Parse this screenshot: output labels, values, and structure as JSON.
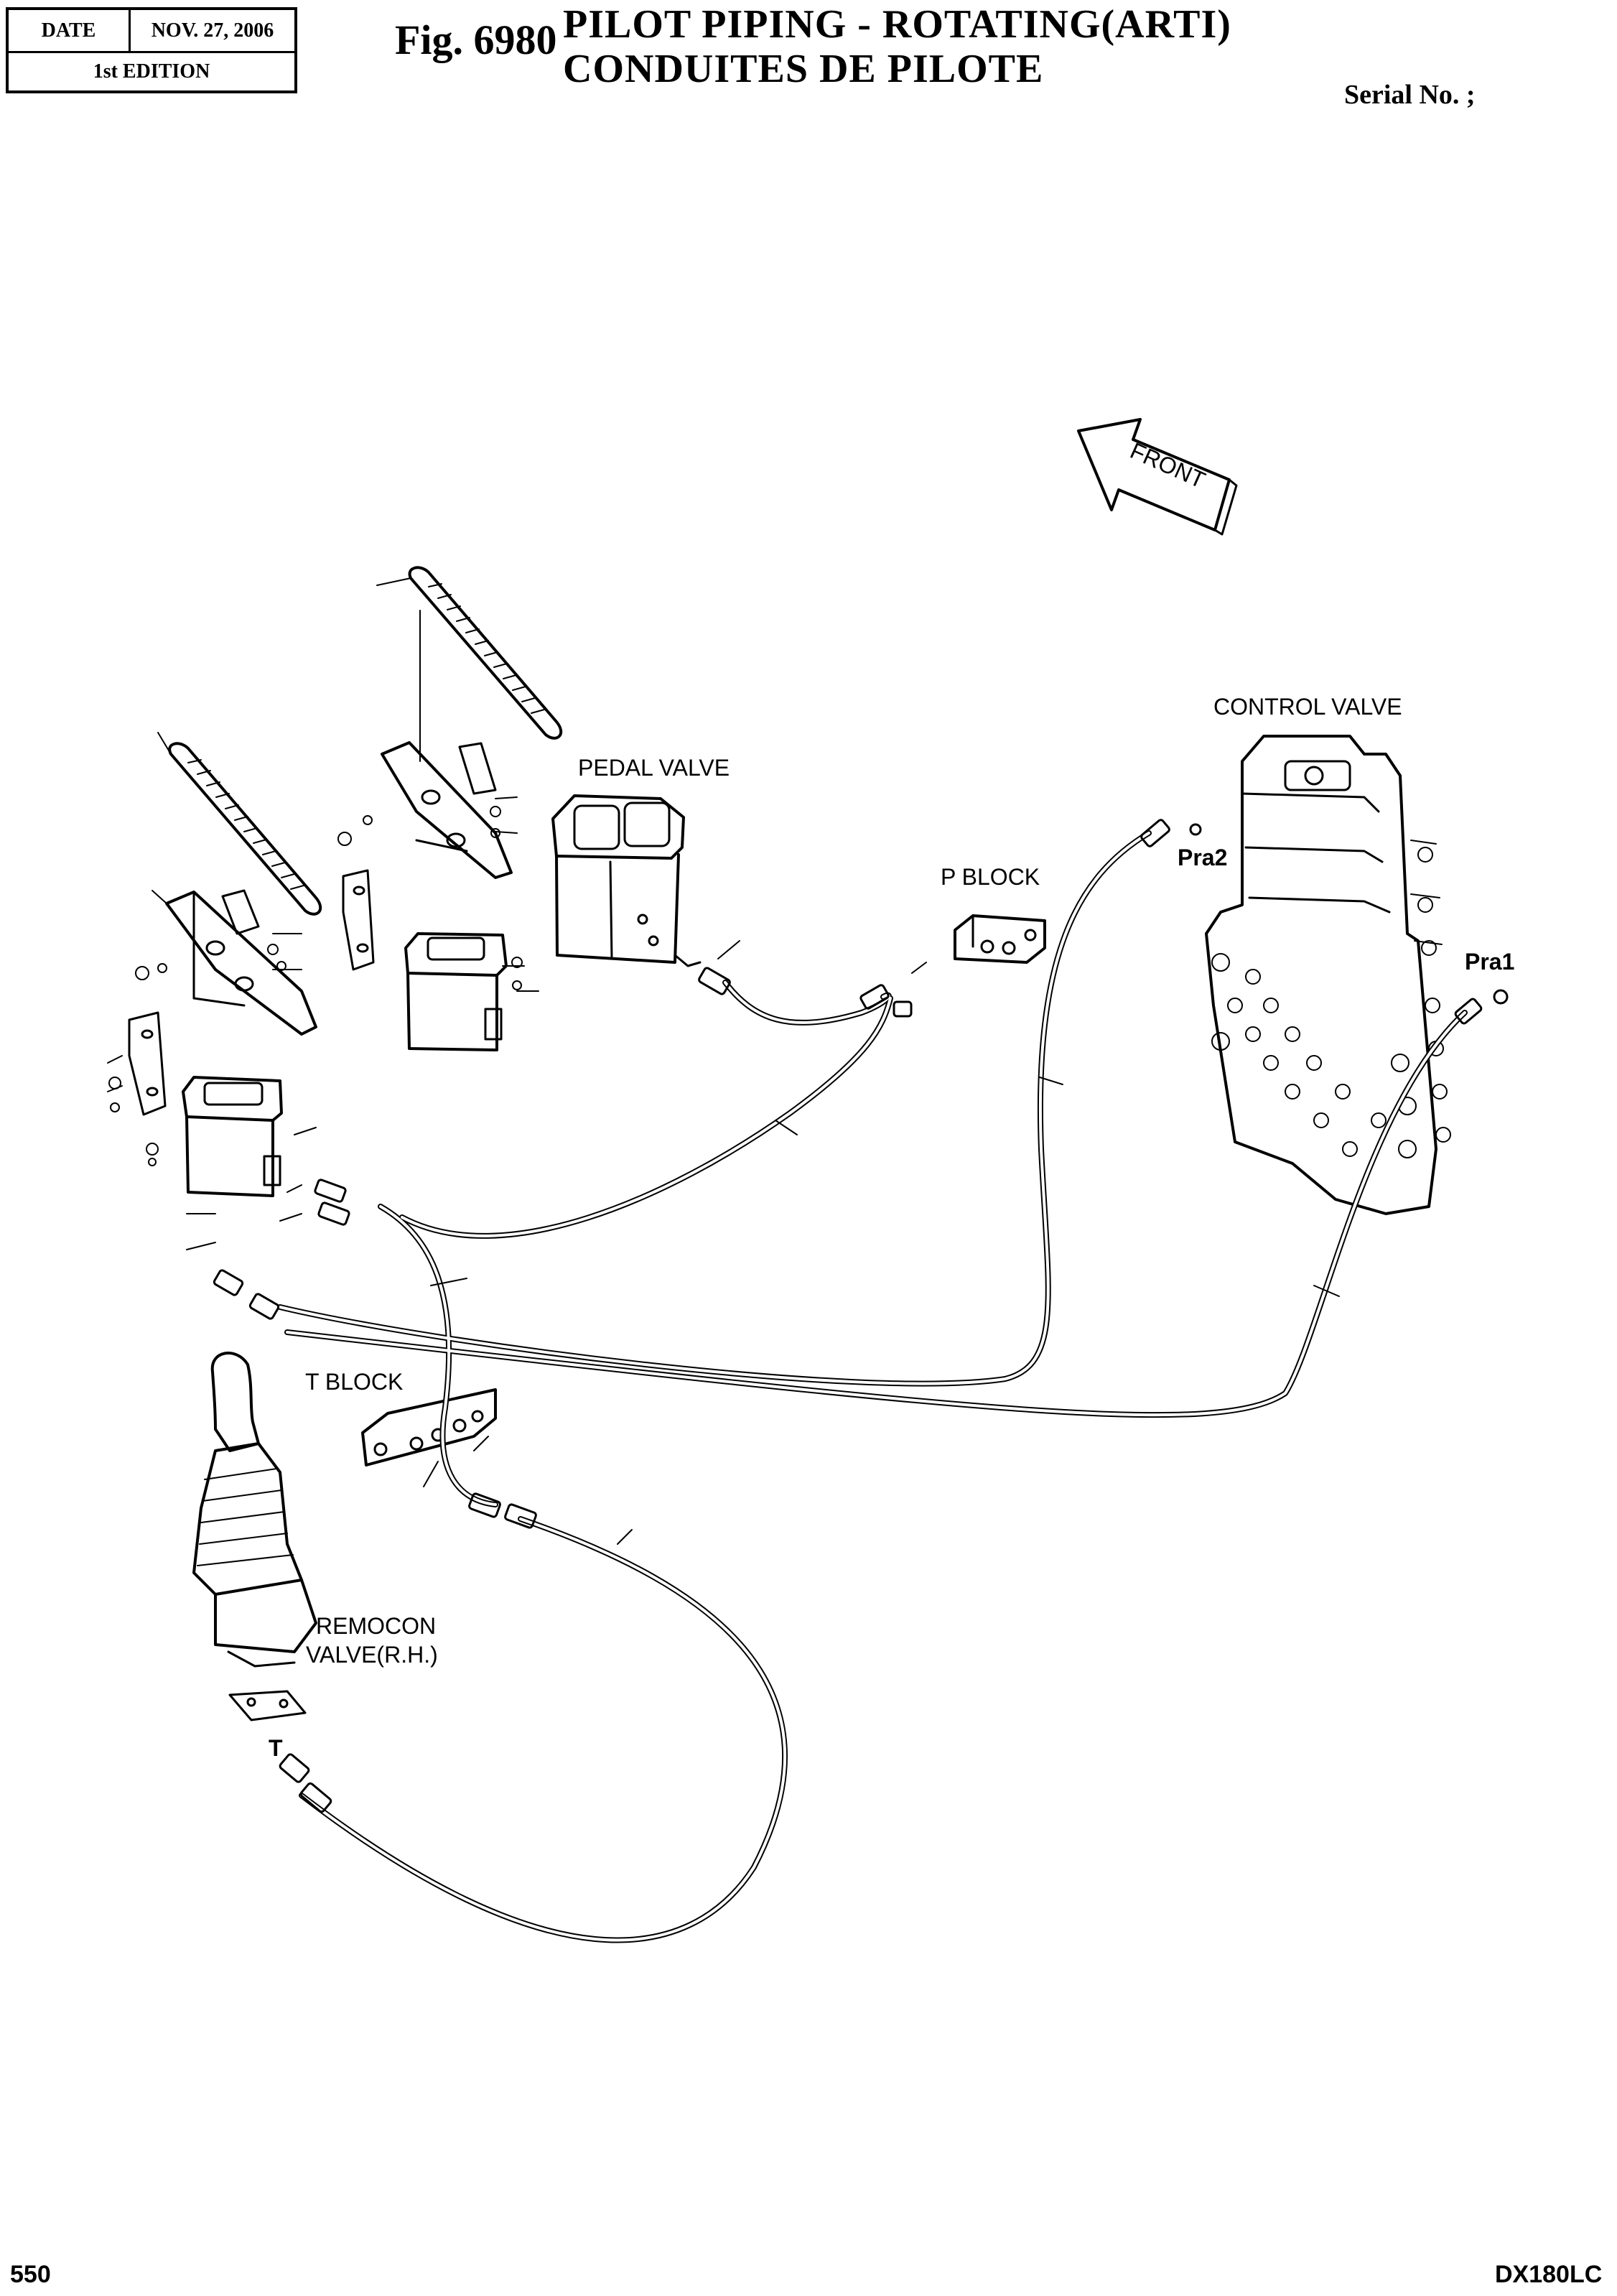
{
  "header": {
    "date_label": "DATE",
    "date_value": "NOV. 27, 2006",
    "edition": "1st EDITION",
    "fig_number": "Fig. 6980",
    "title_line1": "PILOT  PIPING  -  ROTATING(ARTI)",
    "title_line2": "CONDUITES  DE  PILOTE",
    "serial": "Serial No. ;"
  },
  "labels": {
    "front": "FRONT",
    "control_valve": "CONTROL VALVE",
    "pedal_valve": "PEDAL VALVE",
    "p_block": "P BLOCK",
    "t_block": "T BLOCK",
    "remocon_line1": "REMOCON",
    "remocon_line2": "VALVE(R.H.)",
    "port_pra2": "Pra2",
    "port_pra1": "Pra1",
    "port_t": "T"
  },
  "footer": {
    "page_number": "550",
    "model": "DX180LC"
  },
  "colors": {
    "line": "#000000",
    "background": "#ffffff"
  }
}
